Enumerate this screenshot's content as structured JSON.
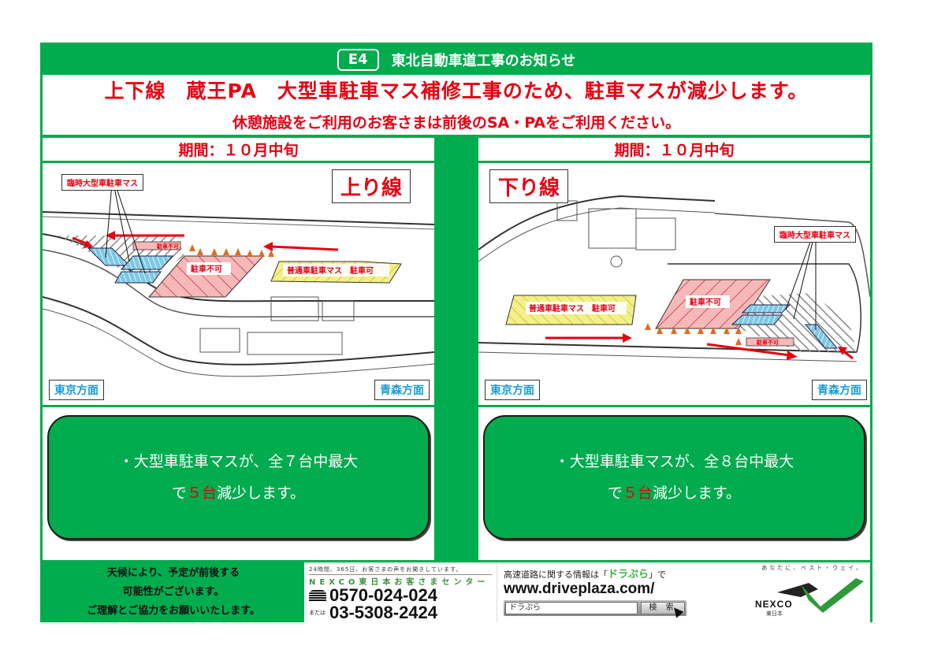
{
  "header": {
    "route_badge": "E4",
    "title": "東北自動車道工事のお知らせ",
    "headline": "上下線　蔵王PA　大型車駐車マス補修工事のため、駐車マスが減少します。",
    "subline": "休憩施設をご利用のお客さまは前後のSA・PAをご利用ください。"
  },
  "colors": {
    "brand_green": "#00ac4e",
    "alert_red": "#e60012",
    "direction_blue": "#1a9ad6",
    "no_parking_pink": "#f6b8b8",
    "temp_bay_blue": "#7ec8e6",
    "car_ok_yellow": "#f3f08a"
  },
  "left": {
    "period": "期間：１０月中旬",
    "direction_label": "上り線",
    "map": {
      "callout_temp_bays": "臨時大型車駐車マス",
      "no_parking_small": "駐車不可",
      "no_parking_large": "駐車不可",
      "car_zone": "普通車駐車マス　駐車可"
    },
    "dest_left": "東京方面",
    "dest_right": "青森方面",
    "info_line1": "・大型車駐車マスが、全７台中最大",
    "info_line2_pre": "で",
    "info_line2_hl": "５台",
    "info_line2_post": "減少します。"
  },
  "right": {
    "period": "期間：１０月中旬",
    "direction_label": "下り線",
    "map": {
      "callout_temp_bays": "臨時大型車駐車マス",
      "no_parking_small": "駐車不可",
      "no_parking_large": "駐車不可",
      "car_zone": "普通車駐車マス　駐車可"
    },
    "dest_left": "東京方面",
    "dest_right": "青森方面",
    "info_line1": "・大型車駐車マスが、全８台中最大",
    "info_line2_pre": "で",
    "info_line2_hl": "５台",
    "info_line2_post": "減少します。"
  },
  "footer": {
    "note_line1": "天候により、予定が前後する",
    "note_line2": "可能性がございます。",
    "note_line3": "ご理解とご協力をお願いいたします。",
    "call_top": "24時間、365日、お客さまの声をお聞きしています。",
    "call_center": "NEXCO東日本お客さまセンター",
    "phone_primary": "0570-024-024",
    "phone_alt_prefix": "または",
    "phone_alt": "03-5308-2424",
    "web_intro_pre": "高速道路に関する情報は「",
    "web_brand": "ドラぷら",
    "web_intro_post": "」で",
    "web_url": "www.driveplaza.com/",
    "search_value": "ドラぷら",
    "search_button": "検 索",
    "nexco_tagline": "あなたに、ベスト・ウェイ。",
    "nexco_name": "NEXCO",
    "nexco_sub": "東日本"
  }
}
